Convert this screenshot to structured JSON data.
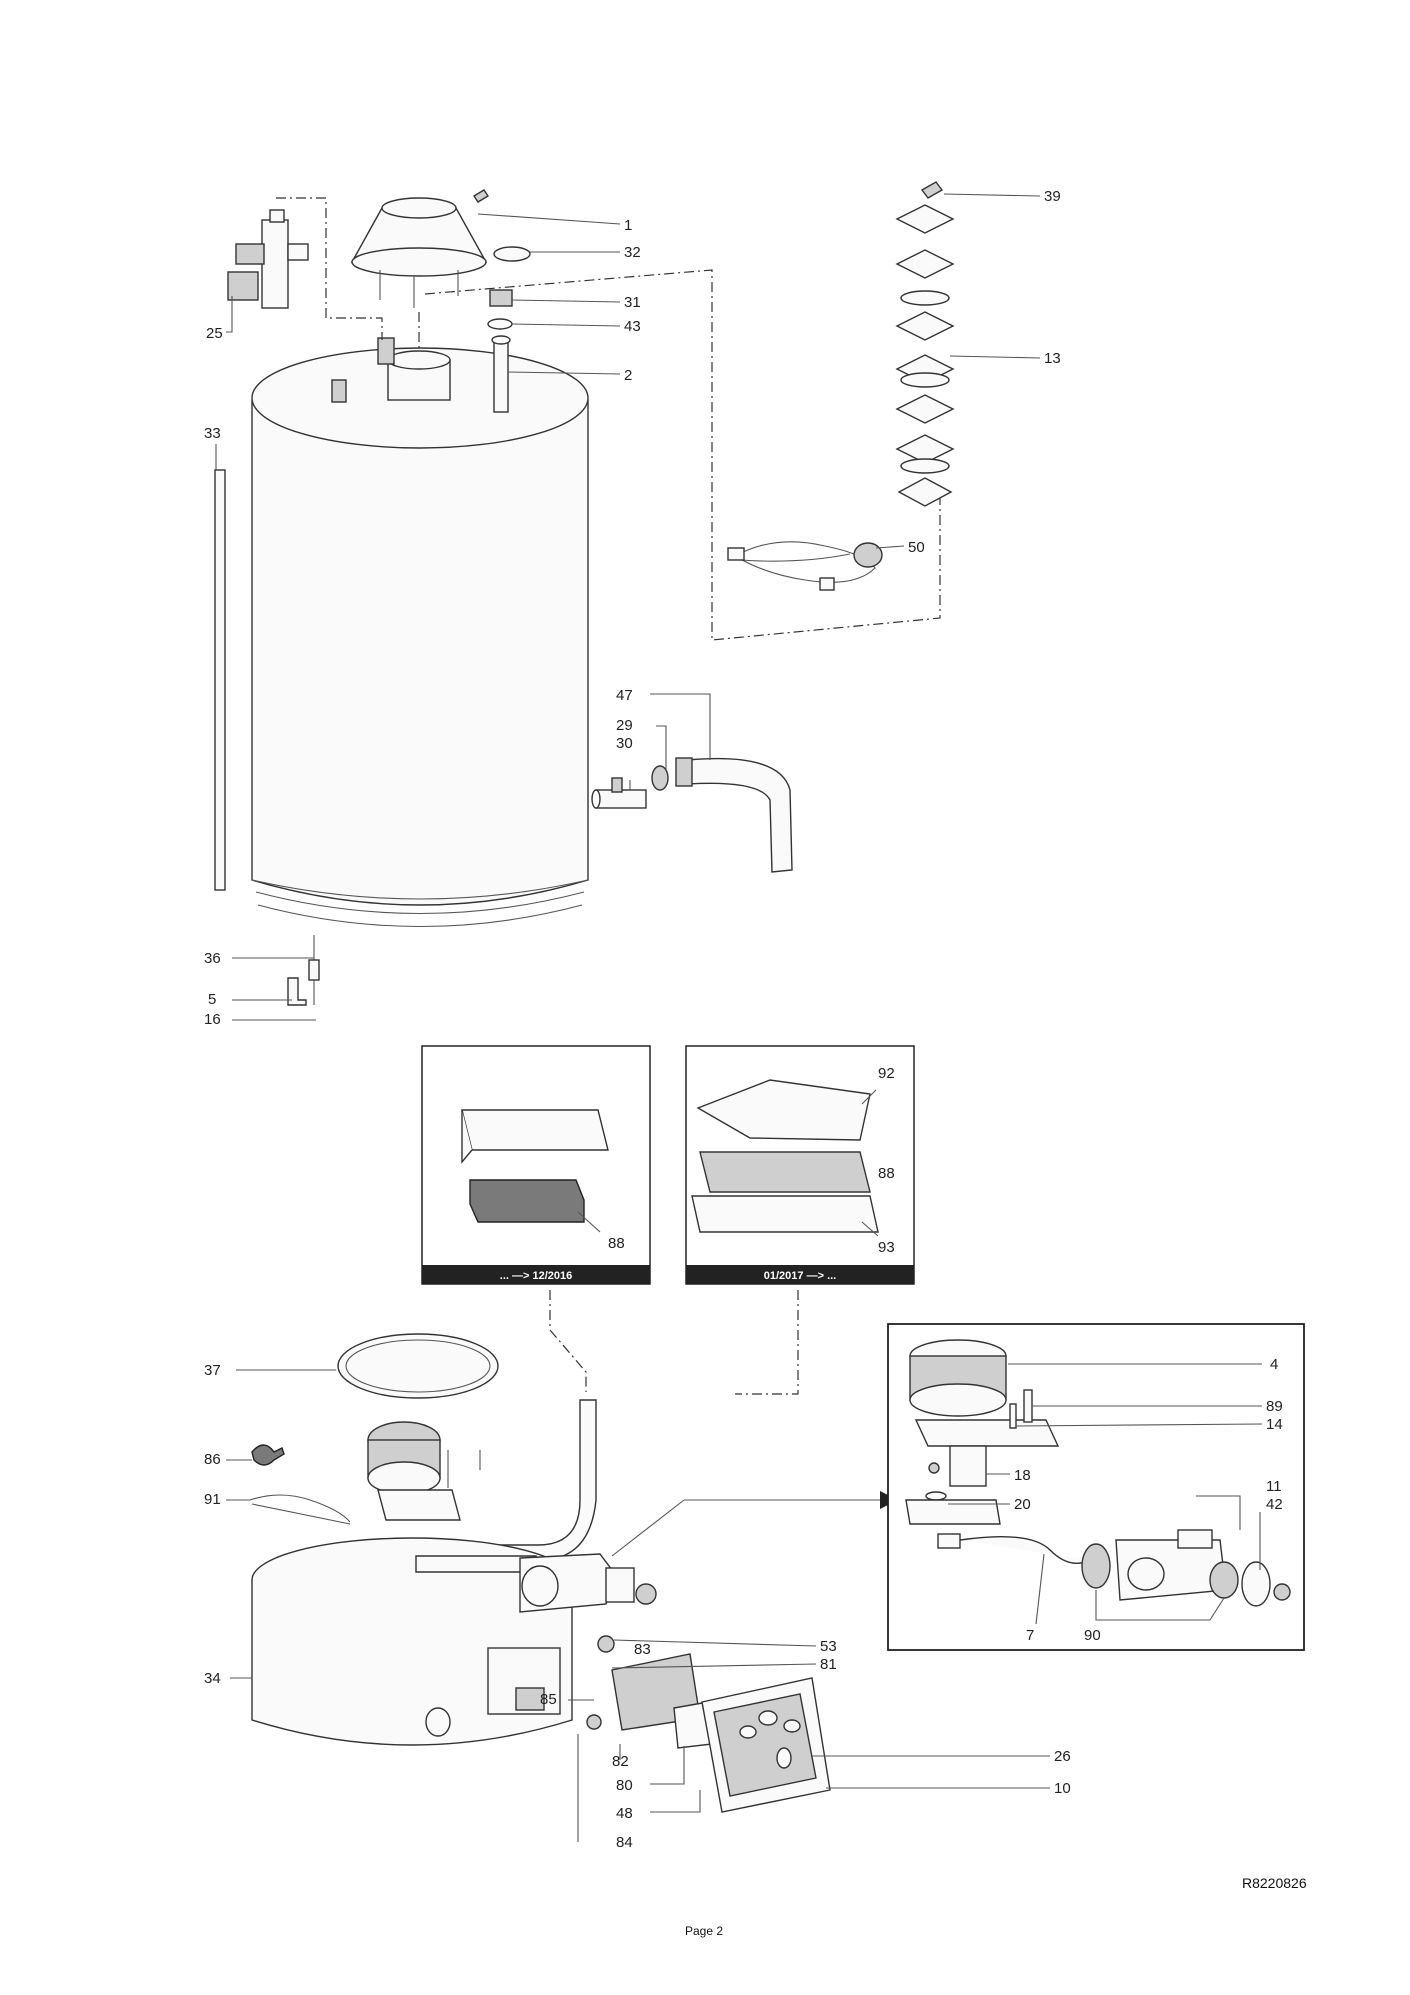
{
  "diagram": {
    "callouts": {
      "c1": "1",
      "c32": "32",
      "c31": "31",
      "c43": "43",
      "c2": "2",
      "c25": "25",
      "c33": "33",
      "c39": "39",
      "c13": "13",
      "c50": "50",
      "c47": "47",
      "c29": "29",
      "c30": "30",
      "c36": "36",
      "c5": "5",
      "c16": "16",
      "c92": "92",
      "c88a": "88",
      "c88b": "88",
      "c93": "93",
      "c37": "37",
      "c86": "86",
      "c91": "91",
      "c34": "34",
      "c83": "83",
      "c53": "53",
      "c81": "81",
      "c85": "85",
      "c82": "82",
      "c80": "80",
      "c48": "48",
      "c84": "84",
      "c26": "26",
      "c10": "10",
      "c4": "4",
      "c89": "89",
      "c14": "14",
      "c18": "18",
      "c20": "20",
      "c11": "11",
      "c42": "42",
      "c7": "7",
      "c90": "90"
    },
    "inset_left_label": "... —> 12/2016",
    "inset_right_label": "01/2017 —> ...",
    "doc_ref": "R8220826",
    "page_label": "Page 2"
  }
}
